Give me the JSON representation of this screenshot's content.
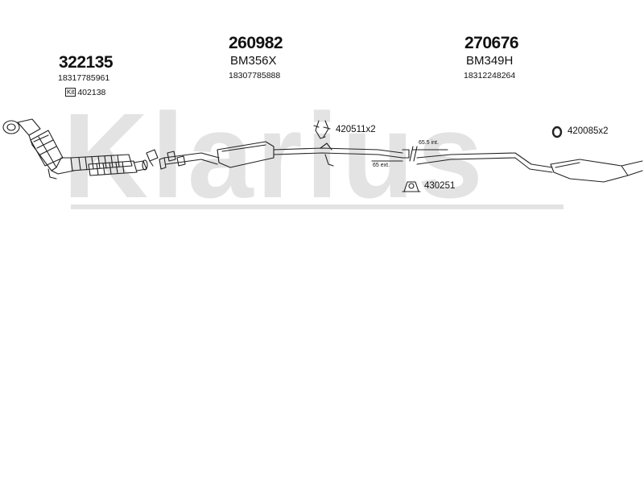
{
  "watermark": "Klarius",
  "parts": [
    {
      "number": "322135",
      "oem": "18317785961",
      "kit_label": "Kit",
      "kit_number": "402138"
    },
    {
      "number": "260982",
      "code": "BM356X",
      "oem": "18307785888"
    },
    {
      "number": "270676",
      "code": "BM349H",
      "oem": "18312248264"
    }
  ],
  "fittings": [
    {
      "label": "420511x2",
      "icon": "clamp-icon"
    },
    {
      "label": "420085x2",
      "icon": "rubber-ring-icon"
    },
    {
      "label": "430251",
      "icon": "mounting-bracket-icon"
    }
  ],
  "dimensions": {
    "internal": "65.5 int.",
    "external": "65 ext."
  },
  "colors": {
    "line": "#222222",
    "watermark": "#e3e3e3"
  }
}
